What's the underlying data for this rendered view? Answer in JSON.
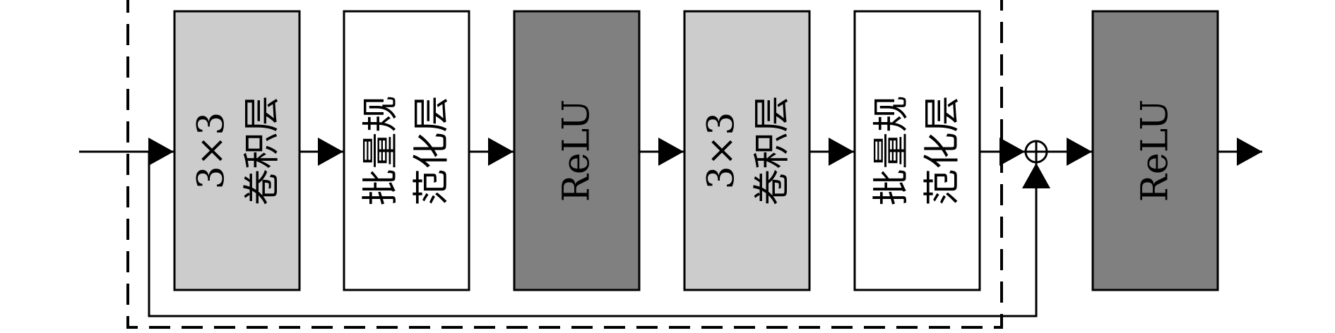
{
  "colors": {
    "conv_fill": "#cccccc",
    "bn_fill": "#ffffff",
    "relu_fill": "#808080",
    "stroke": "#000000"
  },
  "blocks": [
    {
      "id": "conv-1",
      "kind": "conv",
      "lines": [
        "3×3",
        "卷积层"
      ]
    },
    {
      "id": "bn-1",
      "kind": "bn",
      "lines": [
        "批量规",
        "范化层"
      ]
    },
    {
      "id": "relu-1",
      "kind": "relu",
      "lines": [
        "ReLU"
      ]
    },
    {
      "id": "conv-2",
      "kind": "conv",
      "lines": [
        "3×3",
        "卷积层"
      ]
    },
    {
      "id": "bn-2",
      "kind": "bn",
      "lines": [
        "批量规",
        "范化层"
      ]
    },
    {
      "id": "relu-out",
      "kind": "relu",
      "lines": [
        "ReLU"
      ]
    }
  ],
  "sum_symbol": "⊕"
}
